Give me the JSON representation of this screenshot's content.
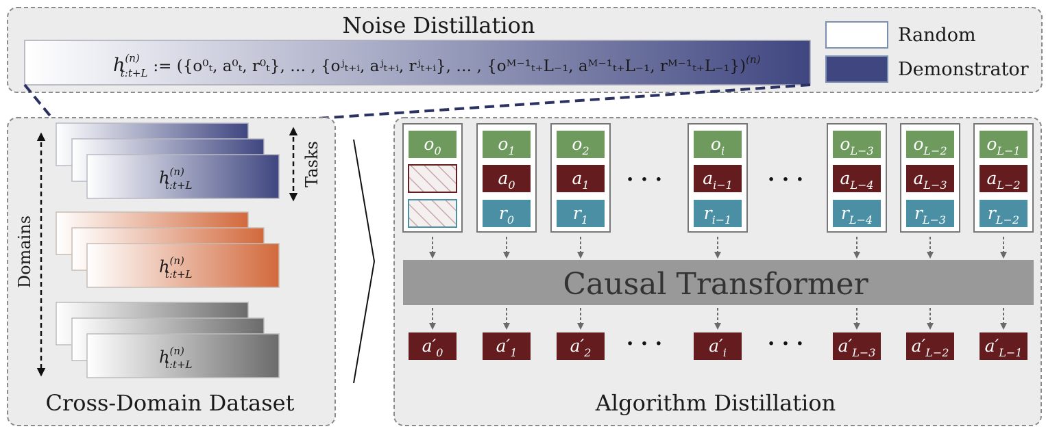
{
  "noise_distillation": {
    "title": "Noise Distillation",
    "formula": {
      "lhs": "h",
      "lhs_sup": "(n)",
      "lhs_sub": "t:t+L",
      "body": ":= ({o⁰ₜ, a⁰ₜ, r⁰ₜ}, … , {oʲₜ₊ᵢ, aʲₜ₊ᵢ, rʲₜ₊ᵢ}, … , {oᴹ⁻¹ₜ₊L₋₁, aᴹ⁻¹ₜ₊L₋₁, rᴹ⁻¹ₜ₊L₋₁})",
      "outer_sup": "(n)"
    },
    "legend": [
      {
        "label": "Random",
        "color": "#ffffff"
      },
      {
        "label": "Demonstrator",
        "color": "#3f4680"
      }
    ]
  },
  "cross_domain_dataset": {
    "title": "Cross-Domain Dataset",
    "tasks_label": "Tasks",
    "domains_label": "Domains",
    "stack_label": {
      "base": "h",
      "sup": "(n)",
      "sub": "t:t+L"
    },
    "stack_colors": [
      "#3f4680",
      "#d2693c",
      "#6b6b6b"
    ]
  },
  "algorithm_distillation": {
    "title": "Algorithm Distillation",
    "transformer_label": "Causal Transformer",
    "ellipsis": "· · ·",
    "columns": [
      {
        "o": "o",
        "o_sub": "0",
        "a": "",
        "a_sub": "",
        "r": "",
        "r_sub": "",
        "out_sub": "0",
        "placeholder": true
      },
      {
        "o": "o",
        "o_sub": "1",
        "a": "a",
        "a_sub": "0",
        "r": "r",
        "r_sub": "0",
        "out_sub": "1"
      },
      {
        "o": "o",
        "o_sub": "2",
        "a": "a",
        "a_sub": "1",
        "r": "r",
        "r_sub": "1",
        "out_sub": "2"
      },
      {
        "o": "o",
        "o_sub": "i",
        "a": "a",
        "a_sub": "i−1",
        "r": "r",
        "r_sub": "i−1",
        "out_sub": "i"
      },
      {
        "o": "o",
        "o_sub": "L−3",
        "a": "a",
        "a_sub": "L−4",
        "r": "r",
        "r_sub": "L−4",
        "out_sub": "L−3"
      },
      {
        "o": "o",
        "o_sub": "L−2",
        "a": "a",
        "a_sub": "L−3",
        "r": "r",
        "r_sub": "L−3",
        "out_sub": "L−2"
      },
      {
        "o": "o",
        "o_sub": "L−1",
        "a": "a",
        "a_sub": "L−2",
        "r": "r",
        "r_sub": "L−2",
        "out_sub": "L−1"
      }
    ],
    "output_symbol": "a′",
    "colors": {
      "obs": "#6e9a5e",
      "act": "#651c1e",
      "rew": "#4a8fa4",
      "transformer": "#999999"
    }
  }
}
